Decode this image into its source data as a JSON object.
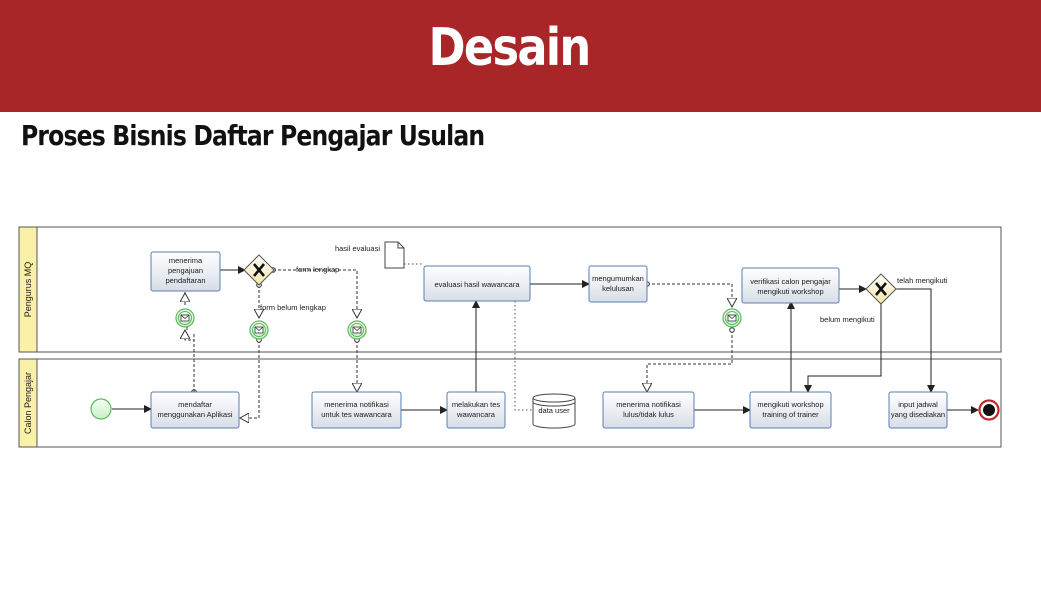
{
  "slide": {
    "title": "Desain",
    "subtitle": "Proses Bisnis Daftar Pengajar Usulan"
  },
  "colors": {
    "banner": "#a82528",
    "task_fill": "#e4e8f0",
    "task_stroke": "#5a7fb0",
    "event_green": "#5cb85c",
    "end_red": "#c0282d"
  },
  "diagram": {
    "lanes": {
      "top": "Pengurus MQ",
      "bottom": "Calon Pengajar"
    },
    "tasks": {
      "menerima_pengajuan": [
        "menerima",
        "pengajuan",
        "pendaftaran"
      ],
      "evaluasi": [
        "evaluasi hasil wawancara"
      ],
      "mengumumkan": [
        "mengumumkan",
        "kelulusan"
      ],
      "verifikasi": [
        "verifikasi calon pengajar",
        "mengikuti workshop"
      ],
      "mendaftar": [
        "mendaftar",
        "menggunakan Aplikasi"
      ],
      "menerima_notif_tes": [
        "menerima notifikasi",
        "untuk tes wawancara"
      ],
      "melakukan_tes": [
        "melakukan tes",
        "wawancara"
      ],
      "menerima_notif_lulus": [
        "menerima notifikasi",
        "lulus/tidak lulus"
      ],
      "mengikuti_workshop": [
        "mengikuti workshop",
        "training of trainer"
      ],
      "input_jadwal": [
        "input jadwal",
        "yang disediakan"
      ]
    },
    "artifacts": {
      "hasil_evaluasi": "hasil evaluasi",
      "data_user": "data user"
    },
    "flow_labels": {
      "form_lengkap": "form lengkap",
      "form_belum_lengkap": "form belum lengkap",
      "telah_mengikuti": "telah mengikuti",
      "belum_mengikuti": "belum mengikuti"
    }
  }
}
